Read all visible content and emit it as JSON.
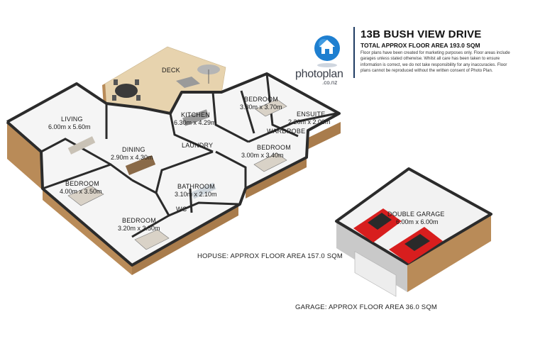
{
  "header": {
    "address": "13B BUSH VIEW DRIVE",
    "total_area": "TOTAL APPROX FLOOR AREA 193.0 SQM",
    "disclaimer": "Floor plans have been created for marketing purposes only. Floor areas include garages unless stated otherwise. Whilst all care has been taken to ensure information is correct, we do not take responsibility for any inaccuracies. Floor plans cannot be reproduced without the written consent of Photo Plan."
  },
  "logo": {
    "name": "photoplan",
    "sub": ".co.nz",
    "icon": "house-pin-icon",
    "color": "#1e7fd0"
  },
  "rooms": {
    "deck": {
      "name": "DECK"
    },
    "living": {
      "name": "LIVING",
      "dims": "6.00m x 5.60m"
    },
    "kitchen": {
      "name": "KITCHEN",
      "dims": "6.30m x 4.29m"
    },
    "dining": {
      "name": "DINING",
      "dims": "2.90m x 4.30m"
    },
    "laundry": {
      "name": "LAUNDRY"
    },
    "bedroom1": {
      "name": "BEDROOM",
      "dims": "3.80m x 3.70m"
    },
    "ensuite": {
      "name": "ENSUITE",
      "dims": "2.20m x 2.00m"
    },
    "wardrobe": {
      "name": "WARDROBE"
    },
    "bedroom2": {
      "name": "BEDROOM",
      "dims": "3.00m x 3.40m"
    },
    "bedroom3": {
      "name": "BEDROOM",
      "dims": "4.00m x 3.50m"
    },
    "bathroom": {
      "name": "BATHROOM",
      "dims": "3.10m x 2.10m"
    },
    "wc": {
      "name": "WC"
    },
    "bedroom4": {
      "name": "BEDROOM",
      "dims": "3.20m x 3.50m"
    },
    "garage": {
      "name": "DOUBLE GARAGE",
      "dims": "6.00m x 6.00m"
    }
  },
  "areas": {
    "house": "HOPUSE: APPROX FLOOR AREA 157.0 SQM",
    "garage": "GARAGE: APPROX FLOOR AREA 36.0 SQM"
  },
  "colors": {
    "deck": "#e7d3ae",
    "floor": "#f5f5f5",
    "wall_top": "#2b2b2b",
    "wall_side": "#b98b58",
    "car": "#d81e1e",
    "logo_blue": "#1e7fd0"
  }
}
